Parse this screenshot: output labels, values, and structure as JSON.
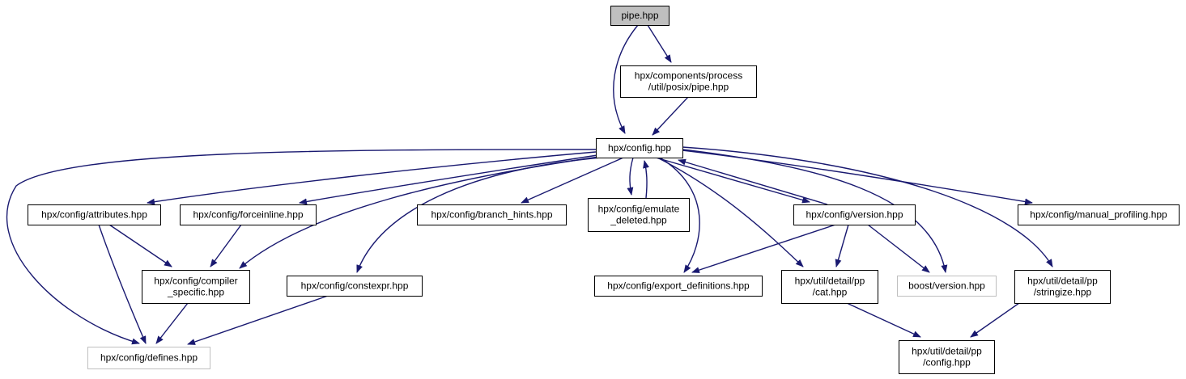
{
  "diagram": {
    "title": "",
    "colors": {
      "edge": "#191970",
      "node_border": "#000000",
      "node_fill": "#ffffff",
      "root_fill": "#bfbfbf",
      "external_border": "#bfbfbf"
    },
    "nodes": [
      {
        "id": "pipe",
        "lines": [
          "pipe.hpp"
        ],
        "kind": "root"
      },
      {
        "id": "posix_pipe",
        "lines": [
          "hpx/components/process",
          "/util/posix/pipe.hpp"
        ],
        "kind": "file"
      },
      {
        "id": "config",
        "lines": [
          "hpx/config.hpp"
        ],
        "kind": "file"
      },
      {
        "id": "attributes",
        "lines": [
          "hpx/config/attributes.hpp"
        ],
        "kind": "file"
      },
      {
        "id": "forceinline",
        "lines": [
          "hpx/config/forceinline.hpp"
        ],
        "kind": "file"
      },
      {
        "id": "branch_hints",
        "lines": [
          "hpx/config/branch_hints.hpp"
        ],
        "kind": "file"
      },
      {
        "id": "emulate_deleted",
        "lines": [
          "hpx/config/emulate",
          "_deleted.hpp"
        ],
        "kind": "file"
      },
      {
        "id": "version",
        "lines": [
          "hpx/config/version.hpp"
        ],
        "kind": "file"
      },
      {
        "id": "manual_profiling",
        "lines": [
          "hpx/config/manual_profiling.hpp"
        ],
        "kind": "file"
      },
      {
        "id": "compiler_specific",
        "lines": [
          "hpx/config/compiler",
          "_specific.hpp"
        ],
        "kind": "file"
      },
      {
        "id": "constexpr",
        "lines": [
          "hpx/config/constexpr.hpp"
        ],
        "kind": "file"
      },
      {
        "id": "export_definitions",
        "lines": [
          "hpx/config/export_definitions.hpp"
        ],
        "kind": "file"
      },
      {
        "id": "pp_cat",
        "lines": [
          "hpx/util/detail/pp",
          "/cat.hpp"
        ],
        "kind": "file"
      },
      {
        "id": "boost_version",
        "lines": [
          "boost/version.hpp"
        ],
        "kind": "external"
      },
      {
        "id": "pp_stringize",
        "lines": [
          "hpx/util/detail/pp",
          "/stringize.hpp"
        ],
        "kind": "file"
      },
      {
        "id": "defines",
        "lines": [
          "hpx/config/defines.hpp"
        ],
        "kind": "external"
      },
      {
        "id": "pp_config",
        "lines": [
          "hpx/util/detail/pp",
          "/config.hpp"
        ],
        "kind": "file"
      }
    ],
    "edges": [
      [
        "pipe",
        "posix_pipe"
      ],
      [
        "pipe",
        "config"
      ],
      [
        "posix_pipe",
        "config"
      ],
      [
        "config",
        "defines"
      ],
      [
        "config",
        "attributes"
      ],
      [
        "config",
        "forceinline"
      ],
      [
        "config",
        "compiler_specific"
      ],
      [
        "config",
        "constexpr"
      ],
      [
        "config",
        "branch_hints"
      ],
      [
        "config",
        "emulate_deleted"
      ],
      [
        "emulate_deleted",
        "config"
      ],
      [
        "config",
        "export_definitions"
      ],
      [
        "config",
        "version"
      ],
      [
        "version",
        "config"
      ],
      [
        "config",
        "pp_cat"
      ],
      [
        "config",
        "boost_version"
      ],
      [
        "config",
        "pp_stringize"
      ],
      [
        "config",
        "manual_profiling"
      ],
      [
        "attributes",
        "compiler_specific"
      ],
      [
        "attributes",
        "defines"
      ],
      [
        "forceinline",
        "compiler_specific"
      ],
      [
        "compiler_specific",
        "defines"
      ],
      [
        "constexpr",
        "defines"
      ],
      [
        "version",
        "export_definitions"
      ],
      [
        "version",
        "pp_cat"
      ],
      [
        "version",
        "boost_version"
      ],
      [
        "pp_cat",
        "pp_config"
      ],
      [
        "pp_stringize",
        "pp_config"
      ]
    ]
  }
}
